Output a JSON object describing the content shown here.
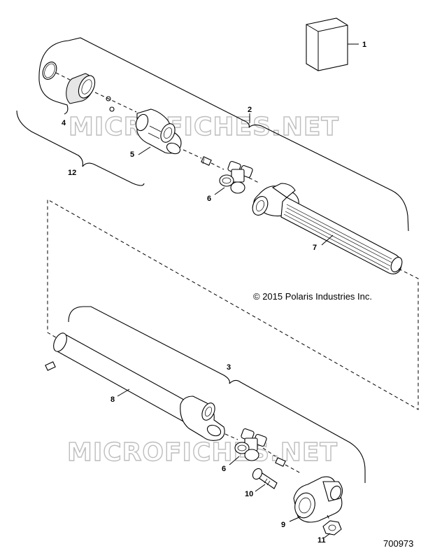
{
  "watermark": "MICROFICHES.NET",
  "copyright": "© 2015 Polaris Industries Inc.",
  "document_number": "700973",
  "callouts": [
    "1",
    "2",
    "3",
    "4",
    "5",
    "6",
    "6",
    "7",
    "8",
    "9",
    "10",
    "11",
    "12"
  ]
}
